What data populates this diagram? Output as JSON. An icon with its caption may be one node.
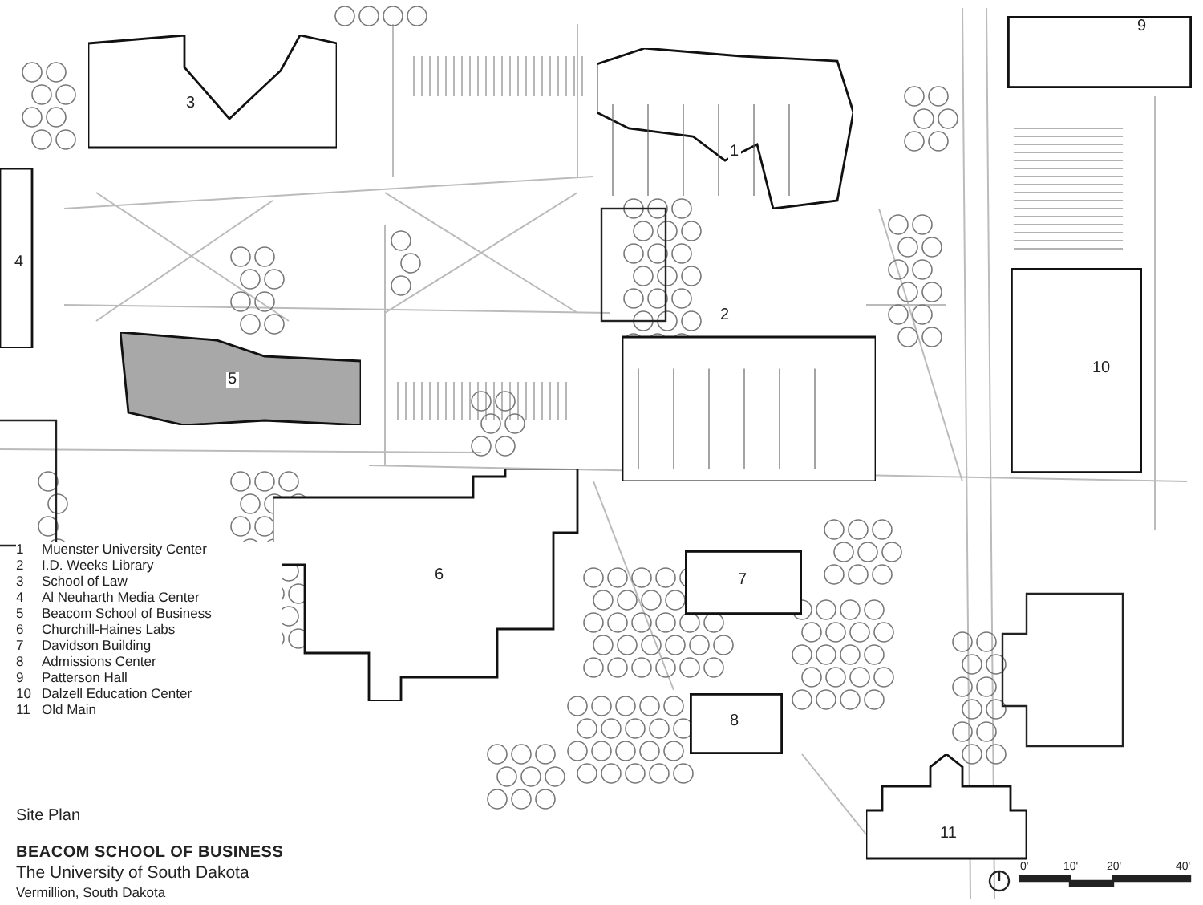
{
  "diagram": {
    "title": "BEACOM SCHOOL OF BUSINESS",
    "nodes": [
      {
        "text": [
          "1"
        ]
      },
      {
        "text": [
          "2"
        ]
      },
      {
        "text": [
          "3"
        ]
      },
      {
        "text": [
          "4"
        ]
      },
      {
        "text": [
          "5"
        ]
      },
      {
        "text": [
          "6"
        ]
      },
      {
        "text": [
          "7"
        ]
      },
      {
        "text": [
          "8"
        ]
      },
      {
        "text": [
          "9"
        ]
      },
      {
        "text": [
          "10"
        ]
      },
      {
        "text": [
          "11"
        ]
      }
    ],
    "edges": [],
    "labels": [
      "1",
      "Muenster University Center",
      "2",
      "I.D. Weeks Library",
      "3",
      "School of Law",
      "4",
      "Al Neuharth Media Center",
      "5",
      "Beacom School of Business",
      "6",
      "Churchill-Haines Labs",
      "7",
      "Davidson Building",
      "8",
      "Admissions Center",
      "9",
      "Patterson Hall",
      "10",
      "Dalzell Education Center",
      "11",
      "Old Main",
      "Site Plan",
      "The University of South Dakota",
      "Vermillion, South Dakota",
      "0'",
      "10'",
      "20'",
      "40'"
    ]
  }
}
